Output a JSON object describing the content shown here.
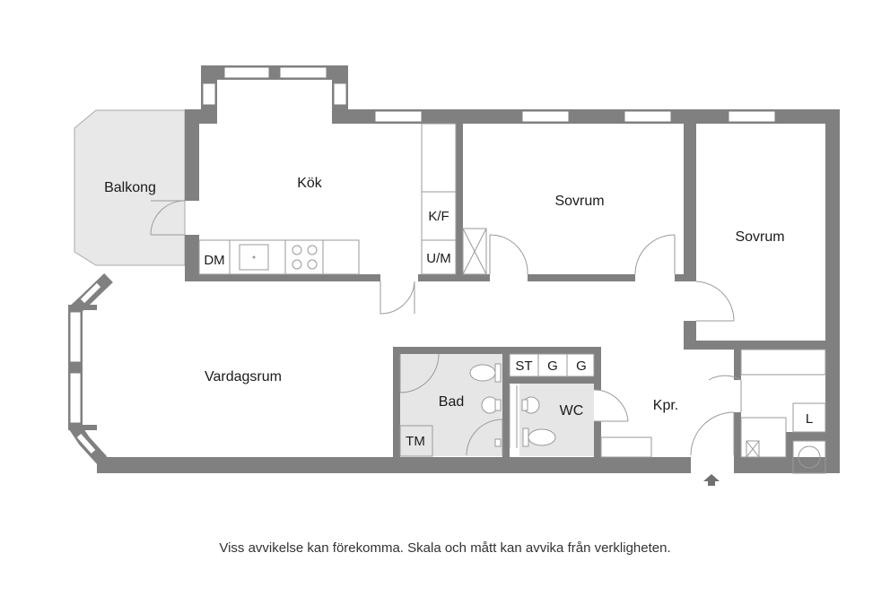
{
  "rooms": {
    "balkong": "Balkong",
    "kok": "Kök",
    "sovrum1": "Sovrum",
    "sovrum2": "Sovrum",
    "vardagsrum": "Vardagsrum",
    "bad": "Bad",
    "wc": "WC",
    "kpr": "Kpr."
  },
  "fixtures": {
    "kf": "K/F",
    "um": "U/M",
    "dm": "DM",
    "st": "ST",
    "g1": "G",
    "g2": "G",
    "tm": "TM",
    "l": "L"
  },
  "disclaimer": "Viss avvikelse kan förekomma. Skala och mått kan avvika från verkligheten.",
  "colors": {
    "wall": "#808080",
    "wet_floor": "#e6e6e6",
    "balcony_floor": "#e8e8e8",
    "window": "#ffffff"
  }
}
